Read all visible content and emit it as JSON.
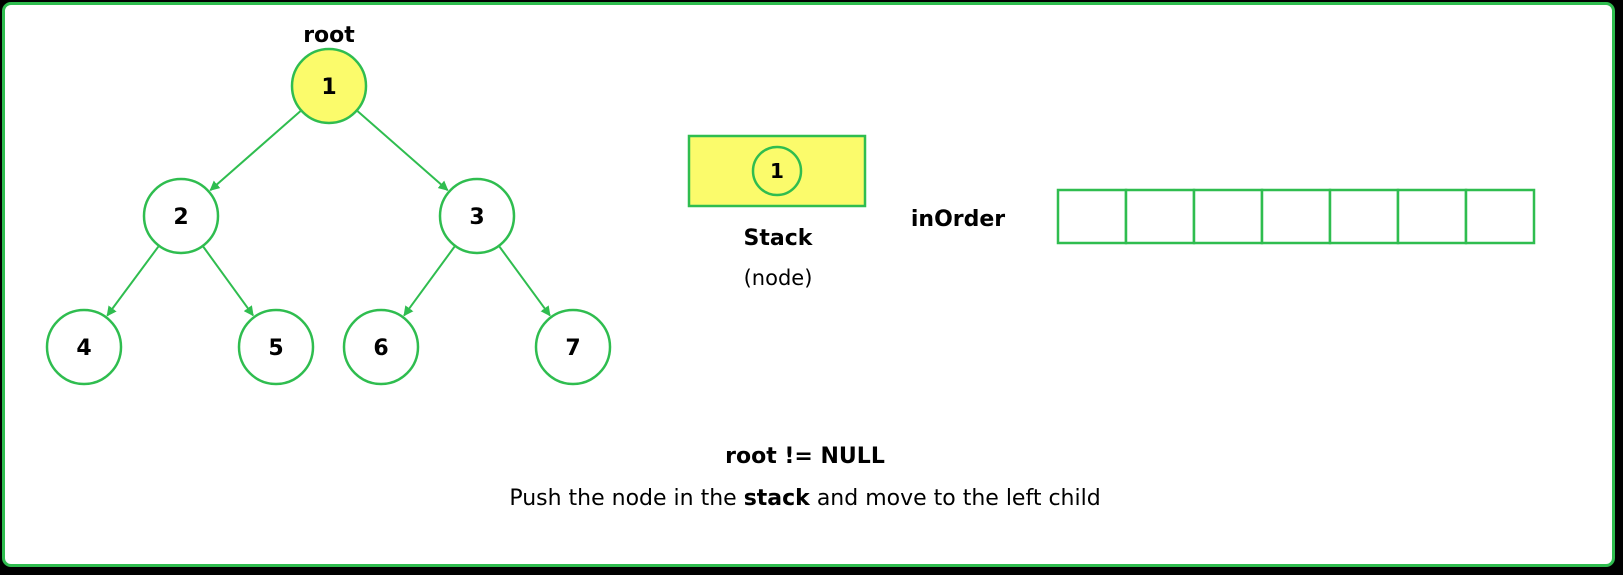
{
  "colors": {
    "accent": "#2fbd4f",
    "highlight": "#fbfb6b",
    "background": "#ffffff",
    "outer": "#000000",
    "text": "#000000"
  },
  "tree": {
    "root_label": "root",
    "nodes": [
      {
        "value": "1",
        "highlighted": true
      },
      {
        "value": "2",
        "highlighted": false
      },
      {
        "value": "3",
        "highlighted": false
      },
      {
        "value": "4",
        "highlighted": false
      },
      {
        "value": "5",
        "highlighted": false
      },
      {
        "value": "6",
        "highlighted": false
      },
      {
        "value": "7",
        "highlighted": false
      }
    ],
    "edges": [
      [
        "1",
        "2"
      ],
      [
        "1",
        "3"
      ],
      [
        "2",
        "4"
      ],
      [
        "2",
        "5"
      ],
      [
        "3",
        "6"
      ],
      [
        "3",
        "7"
      ]
    ]
  },
  "stack": {
    "items": [
      "1"
    ],
    "title": "Stack",
    "subtitle": "(node)"
  },
  "inorder": {
    "label": "inOrder",
    "cells": [
      "",
      "",
      "",
      "",
      "",
      "",
      ""
    ]
  },
  "caption": {
    "condition": "root != NULL",
    "description_before": "Push the node in the ",
    "description_bold": "stack",
    "description_after": " and move to the left child"
  }
}
